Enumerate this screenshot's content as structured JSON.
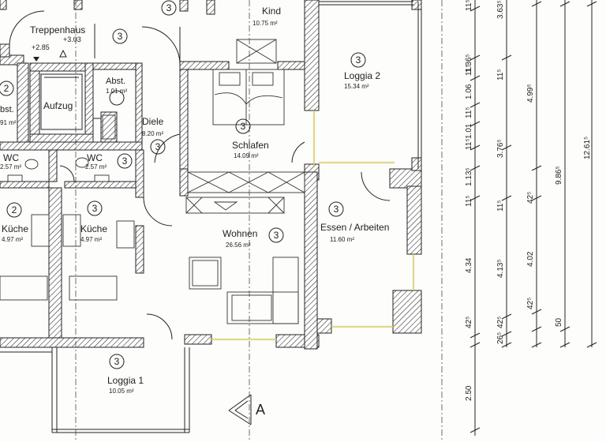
{
  "rooms": {
    "treppenhaus": {
      "label": "Treppenhaus",
      "badge": "3",
      "level_up": "+3.03",
      "level_down": "+2.85"
    },
    "aufzug": {
      "label": "Aufzug"
    },
    "abst_right": {
      "label": "Abst.",
      "area": "1.01 m²"
    },
    "abst_left": {
      "label": "bst.",
      "area": "91 m²",
      "badge": "2"
    },
    "diele": {
      "label": "Diele",
      "area": "8.20 m²",
      "badge": "3"
    },
    "kind": {
      "label": "Kind",
      "area": "10.75 m²",
      "badge": "3"
    },
    "loggia2": {
      "label": "Loggia 2",
      "area": "15.34 m²",
      "badge": "3"
    },
    "schlafen": {
      "label": "Schlafen",
      "area": "14.09 m²",
      "badge": "3"
    },
    "wc_left": {
      "label": "WC",
      "area": "2.57 m²"
    },
    "wc_right": {
      "label": "WC",
      "area": "2.57 m²",
      "badge": "3"
    },
    "kueche_left": {
      "label": "Küche",
      "area": "4.97 m²",
      "badge": "2"
    },
    "kueche_right": {
      "label": "Küche",
      "area": "4.97 m²",
      "badge": "3"
    },
    "wohnen": {
      "label": "Wohnen",
      "area": "26.56 m²",
      "badge": "3"
    },
    "essen": {
      "label": "Essen / Arbeiten",
      "area": "11.60 m²",
      "badge": "3"
    },
    "loggia1": {
      "label": "Loggia 1",
      "area": "10.05 m²",
      "badge": "3"
    }
  },
  "section_marker": {
    "label": "A"
  },
  "dimensions": {
    "col1": [
      "11⁵",
      "1.36⁵",
      "11⁵",
      "1.06",
      "11⁵",
      "1.01",
      "11⁵",
      "1.13⁵",
      "11⁵",
      "4.34",
      "42⁵",
      "2.50"
    ],
    "col2": [
      "3.63⁵",
      "11⁵",
      "3.76⁵",
      "11⁵",
      "4.13⁵",
      "42⁵",
      "26⁵"
    ],
    "col3": [
      "4.99⁵",
      "42⁵",
      "4.02",
      "42⁵",
      "50"
    ],
    "col4": [
      "9.86⁵"
    ],
    "col5": [
      "12.61⁵"
    ]
  }
}
